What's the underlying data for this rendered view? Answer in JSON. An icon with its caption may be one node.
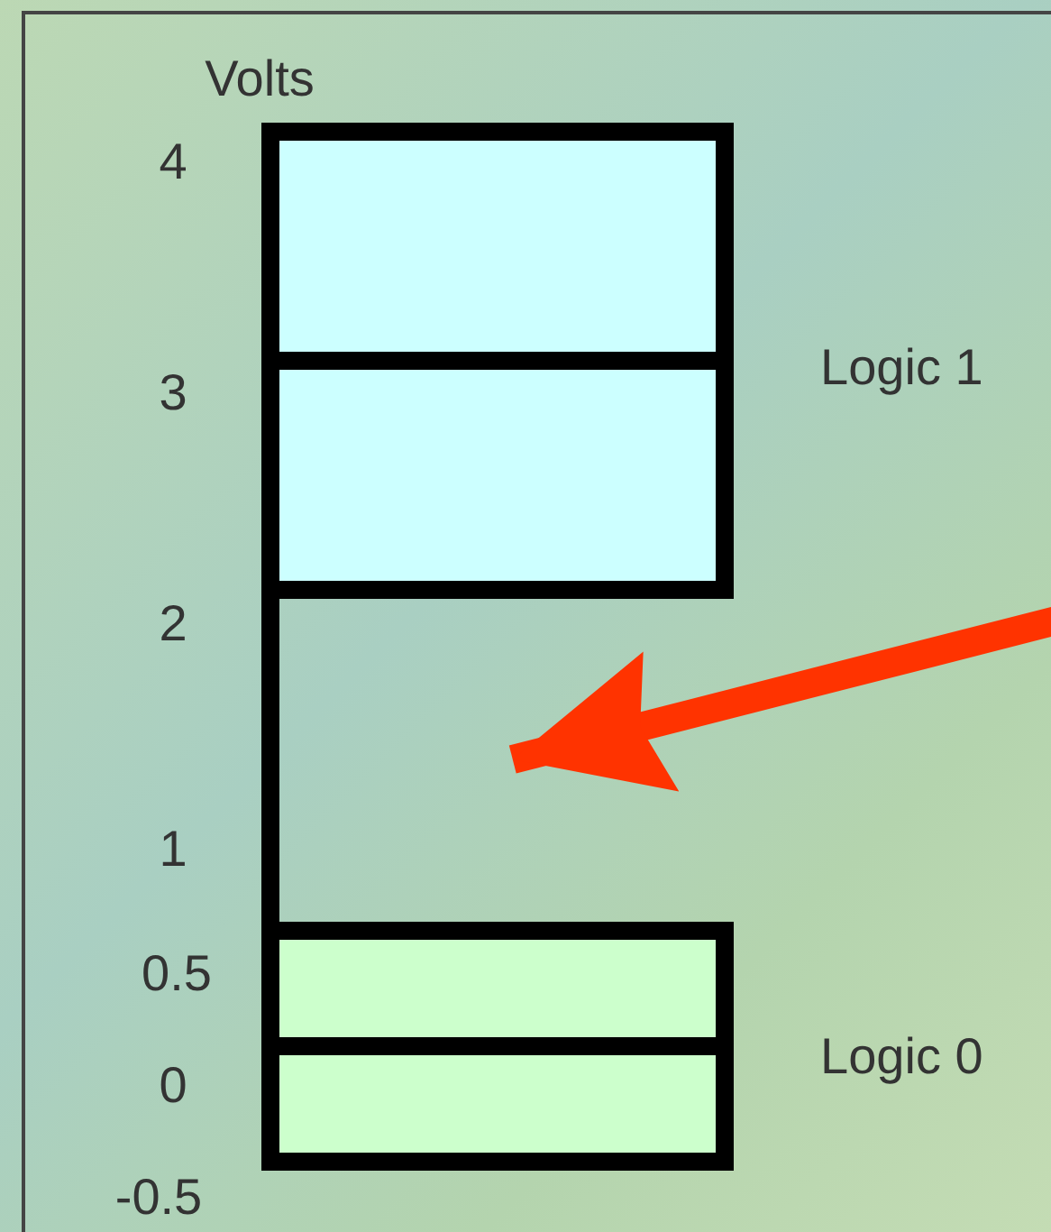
{
  "diagram": {
    "nodes": [
      {
        "text": [],
        "shape": "box"
      },
      {
        "text": [],
        "shape": "box"
      },
      {
        "text": [],
        "shape": "bar"
      },
      {
        "text": [],
        "shape": "box"
      },
      {
        "text": [],
        "shape": "box"
      }
    ],
    "edges": [
      {
        "from": null,
        "to": 2,
        "arrow": "to",
        "color": "#ff3300"
      }
    ],
    "labels": [
      "Volts",
      "4",
      "Logic 1",
      "3",
      "2",
      "1",
      "0.5",
      "0",
      "Logic 0",
      "-0.5"
    ]
  }
}
